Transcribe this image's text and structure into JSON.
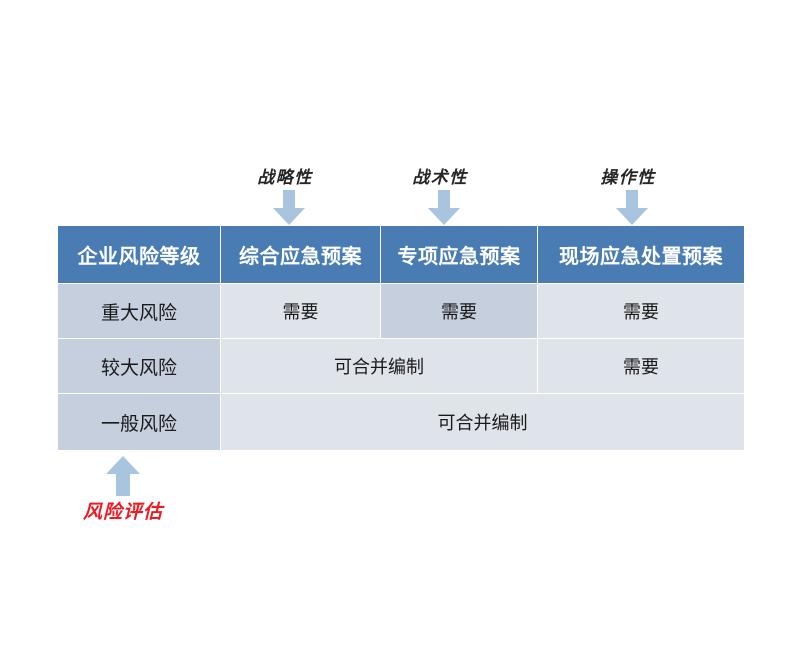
{
  "diagram": {
    "title_present": false,
    "colors": {
      "header_blue": "#4a7cb4",
      "row_header_blue_gray": "#c6cfdd",
      "cell_light": "#dfe3ea",
      "cell_highlight": "#c6cfdd",
      "arrow_blue": "#a8c4de",
      "accent_red": "#ed1c24",
      "background": "#ffffff"
    }
  },
  "annotations": {
    "top": [
      {
        "label": "战略性",
        "icon": "arrow-down-icon",
        "target_column": "综合应急预案"
      },
      {
        "label": "战术性",
        "icon": "arrow-down-icon",
        "target_column": "专项应急预案"
      },
      {
        "label": "操作性",
        "icon": "arrow-down-icon",
        "target_column": "现场应急处置预案"
      }
    ],
    "bottom": {
      "label": "风险评估",
      "icon": "arrow-up-icon",
      "target_column": "企业风险等级"
    }
  },
  "table": {
    "headers": [
      "企业风险等级",
      "综合应急预案",
      "专项应急预案",
      "现场应急处置预案"
    ],
    "rows": [
      {
        "level": "重大风险",
        "cells": [
          {
            "text": "需要",
            "span": 1,
            "highlight": false
          },
          {
            "text": "需要",
            "span": 1,
            "highlight": true
          },
          {
            "text": "需要",
            "span": 1,
            "highlight": false
          }
        ]
      },
      {
        "level": "较大风险",
        "cells": [
          {
            "text": "可合并编制",
            "span": 2,
            "highlight": false
          },
          {
            "text": "需要",
            "span": 1,
            "highlight": false
          }
        ]
      },
      {
        "level": "一般风险",
        "cells": [
          {
            "text": "可合并编制",
            "span": 3,
            "highlight": false
          }
        ]
      }
    ]
  }
}
